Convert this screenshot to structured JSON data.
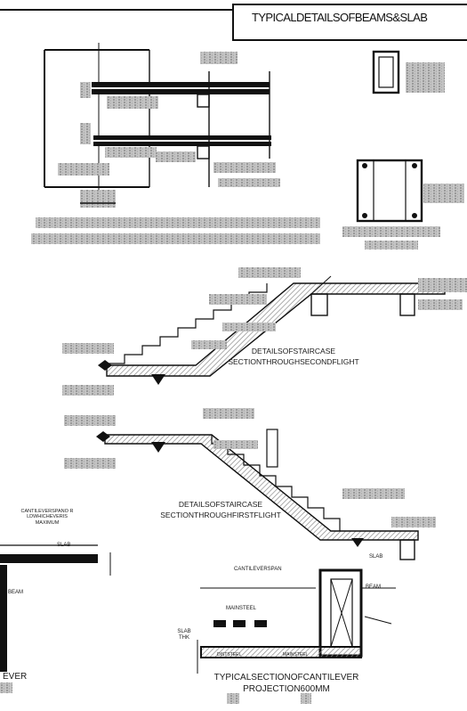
{
  "sheet": {
    "title": "TYPICALDETAILSOFBEAMS&SLAB"
  },
  "stair_second": {
    "title_line1": "DETAILSOFSTAIRCASE",
    "title_line2": "SECTIONTHROUGHSECONDFLIGHT"
  },
  "stair_first": {
    "title_line1": "DETAILSOFSTAIRCASE",
    "title_line2": "SECTIONTHROUGHFIRSTFLIGHT",
    "slab_label": "SLAB"
  },
  "cantilever_left": {
    "note_line1": "CANTILEVERSPANO R",
    "note_line2": "LDWHICHEVERIS",
    "note_line3": "MAXIMUM",
    "slab_label": "SLAB",
    "beam_label": "BEAM",
    "title_fragment": "EVER"
  },
  "cantilever_right": {
    "span_label": "CANTILEVERSPAN",
    "beam_label": "BEAM",
    "mainsteel_label": "MAINSTEEL",
    "slab_label_1": "SLAB",
    "slab_label_2": "THK",
    "diststeel_label": "DISTSTEEL",
    "mainsteel_label_2": "MAINSTEEL",
    "title_line1": "TYPICALSECTIONOFCANTILEVER",
    "title_line2": "PROJECTION600MM"
  },
  "colors": {
    "line": "#111111",
    "hatch": "#9a9a9a",
    "blur_text": "#a8a8a8"
  }
}
